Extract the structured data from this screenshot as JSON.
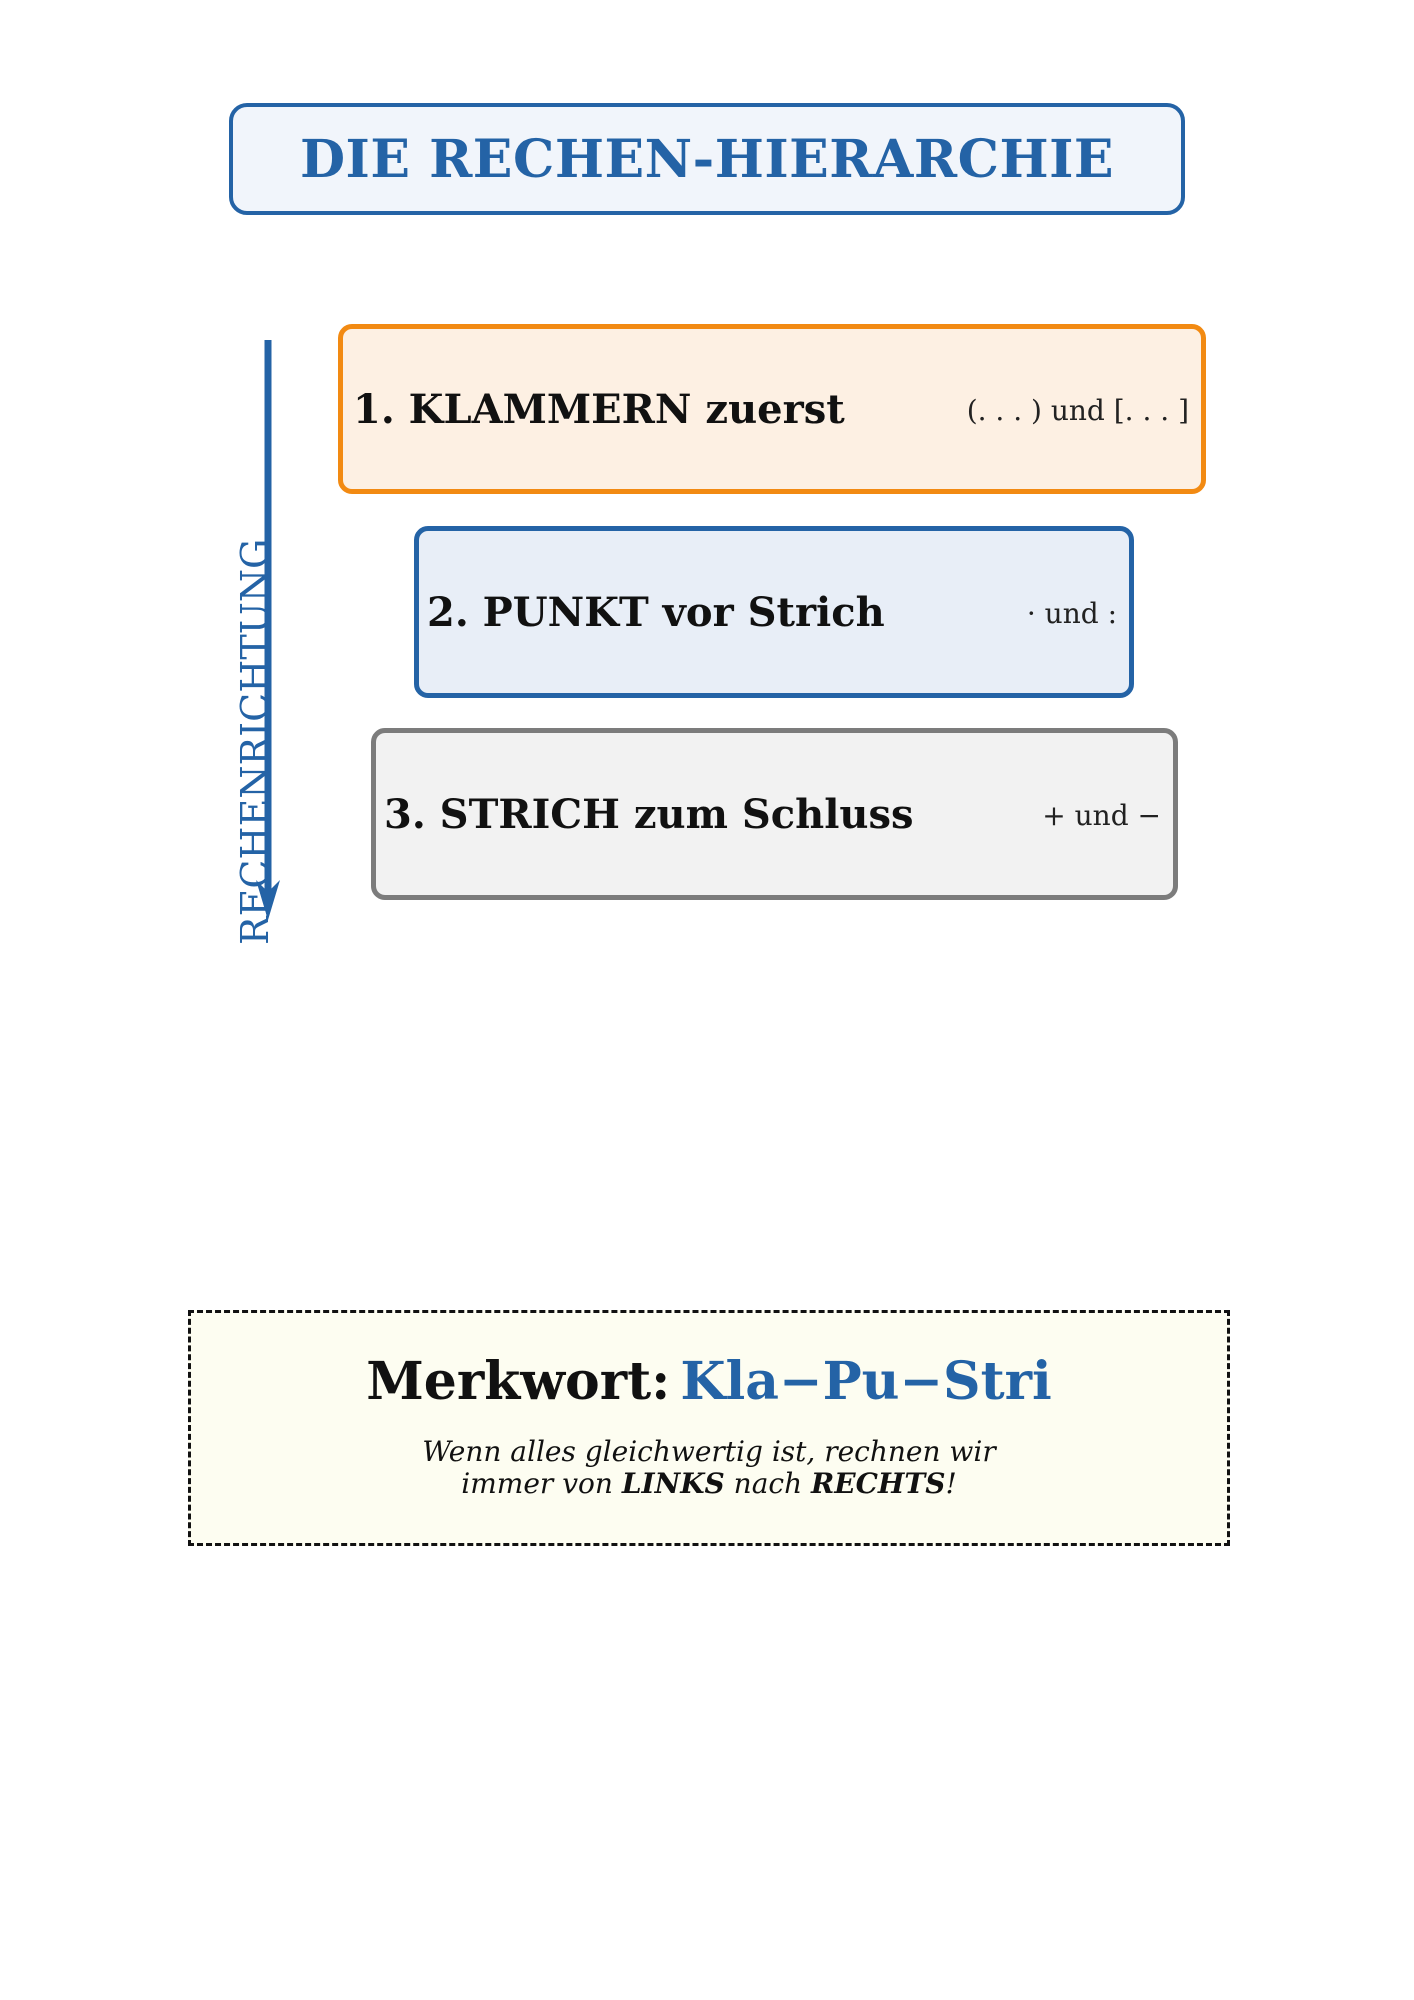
{
  "title": "DIE RECHEN-HIERARCHIE",
  "direction_label": "RECHENRICHTUNG",
  "steps": [
    {
      "title": "1. KLAMMERN zuerst",
      "ops": "(. . . ) und [. . . ]",
      "border_color": "#f28a12",
      "fill_color": "#fdf0e3"
    },
    {
      "title": "2. PUNKT vor Strich",
      "ops": "· und  :",
      "border_color": "#2463a6",
      "fill_color": "#e8eef7"
    },
    {
      "title": "3. STRICH zum Schluss",
      "ops": "+ und −",
      "border_color": "#7c7c7c",
      "fill_color": "#f2f2f2"
    }
  ],
  "memo": {
    "label": "Merkwort:",
    "word": "Kla−Pu−Stri",
    "note_line1": "Wenn alles gleichwertig ist, rechnen wir",
    "note_line2_prefix": "immer von ",
    "note_left": "LINKS",
    "note_middle": " nach ",
    "note_right": "RECHTS",
    "note_suffix": "!"
  },
  "colors": {
    "accent": "#2463a6",
    "orange": "#f28a12",
    "gray": "#7c7c7c"
  },
  "icons": {
    "direction_arrow": "arrow-down-icon"
  }
}
